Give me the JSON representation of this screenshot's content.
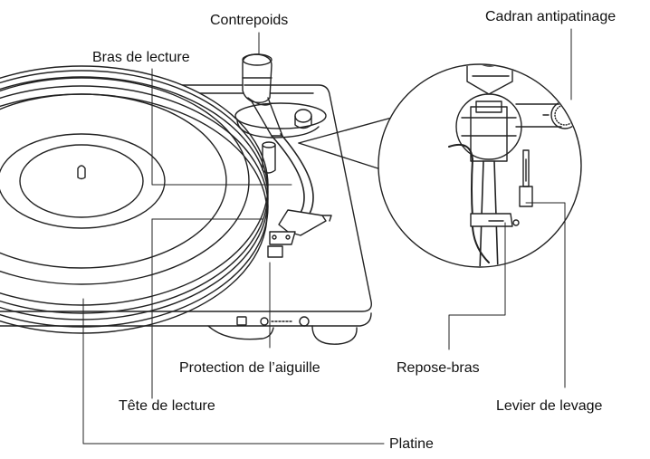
{
  "labels": {
    "counterweight": "Contrepoids",
    "tonearm": "Bras de lecture",
    "antiskate_dial": "Cadran antipatinage",
    "stylus_guard": "Protection de l’aiguille",
    "headshell": "Tête de lecture",
    "platter": "Platine",
    "arm_rest": "Repose-bras",
    "lift_lever": "Levier de levage"
  }
}
